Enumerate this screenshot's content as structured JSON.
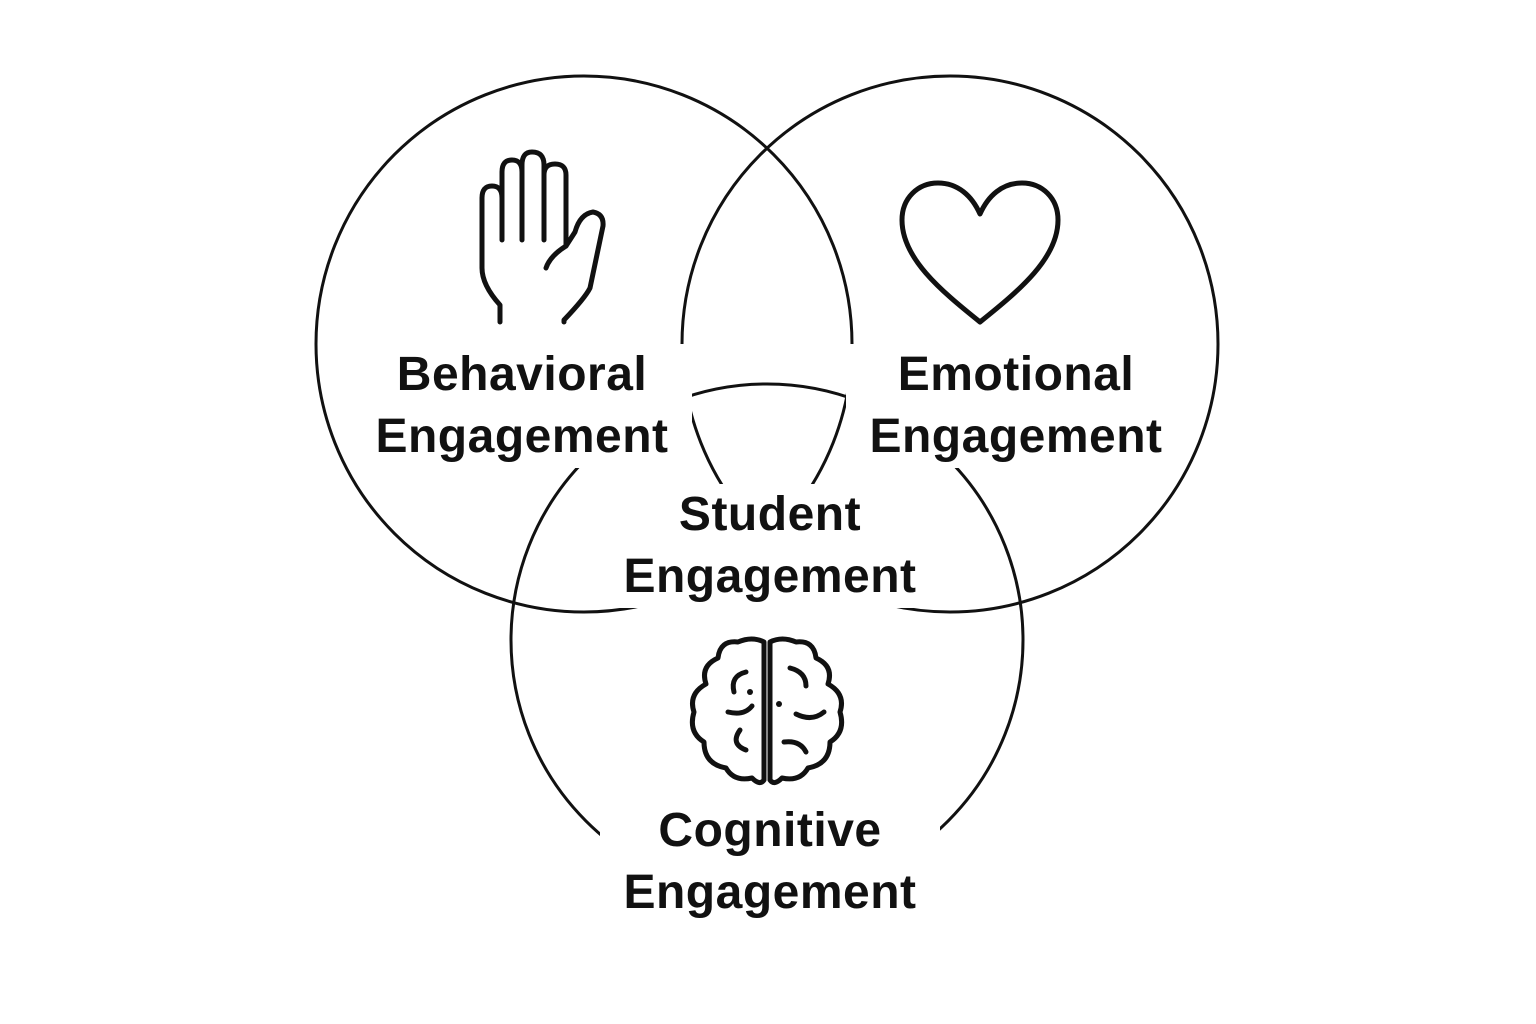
{
  "diagram": {
    "circles": [
      {
        "id": "behavioral",
        "line1": "Behavioral",
        "line2": "Engagement",
        "icon": "raised-hand-icon"
      },
      {
        "id": "emotional",
        "line1": "Emotional",
        "line2": "Engagement",
        "icon": "heart-icon"
      },
      {
        "id": "cognitive",
        "line1": "Cognitive",
        "line2": "Engagement",
        "icon": "brain-icon"
      }
    ],
    "center": {
      "line1": "Student",
      "line2": "Engagement"
    }
  },
  "colors": {
    "stroke": "#111111",
    "background": "#ffffff"
  }
}
